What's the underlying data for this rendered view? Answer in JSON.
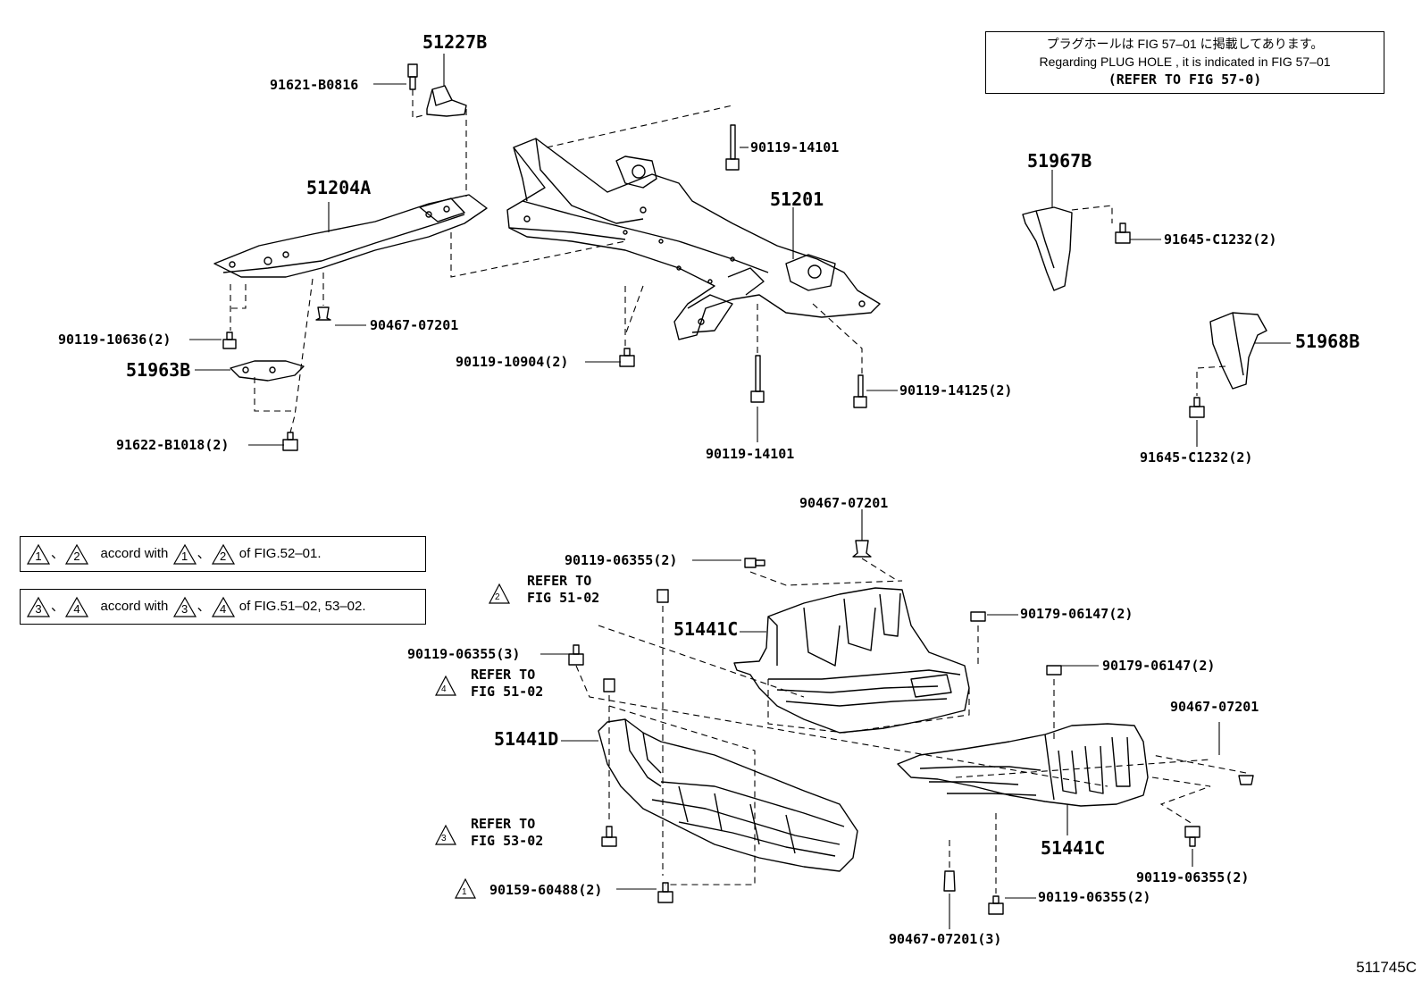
{
  "note": {
    "line_jp": "プラグホールは FIG  57–01 に掲載してあります。",
    "line_en": "Regarding  PLUG  HOLE , it is indicated in FIG  57–01",
    "refer": "(REFER TO FIG 57-0)"
  },
  "accord_boxes": [
    {
      "t1": "1",
      "t2": "2",
      "text": "accord with",
      "t3": "1",
      "t4": "2",
      "fig": "of FIG.52–01."
    },
    {
      "t1": "3",
      "t2": "4",
      "text": "accord with",
      "t3": "3",
      "t4": "4",
      "fig": "of FIG.51–02, 53–02."
    }
  ],
  "parts": {
    "p51227B": "51227B",
    "p91621": "91621-B0816",
    "p51204A": "51204A",
    "p51201": "51201",
    "p90119_14101_top": "90119-14101",
    "p90119_10636": "90119-10636(2)",
    "p90467_07201_left": "90467-07201",
    "p51963B": "51963B",
    "p91622": "91622-B1018(2)",
    "p90119_10904": "90119-10904(2)",
    "p90119_14125": "90119-14125(2)",
    "p90119_14101_bot": "90119-14101",
    "p51967B": "51967B",
    "p91645_top": "91645-C1232(2)",
    "p51968B": "51968B",
    "p91645_bot": "91645-C1232(2)",
    "p90467_07201_mid": "90467-07201",
    "p90119_06355_a": "90119-06355(2)",
    "p51441C_top": "51441C",
    "p90179_a": "90179-06147(2)",
    "p90179_b": "90179-06147(2)",
    "p90119_06355_b": "90119-06355(3)",
    "p51441D": "51441D",
    "p90467_07201_right": "90467-07201",
    "p51441C_bot": "51441C",
    "p90119_06355_c": "90119-06355(2)",
    "p90119_06355_d": "90119-06355(2)",
    "p90159": "90159-60488(2)",
    "p90467_07201_3": "90467-07201(3)"
  },
  "refers": {
    "r2": {
      "num": "2",
      "l1": "REFER TO",
      "l2": "FIG 51-02"
    },
    "r4": {
      "num": "4",
      "l1": "REFER TO",
      "l2": "FIG 51-02"
    },
    "r3": {
      "num": "3",
      "l1": "REFER TO",
      "l2": "FIG 53-02"
    },
    "r1": {
      "num": "1"
    }
  },
  "figure_code": "511745C"
}
